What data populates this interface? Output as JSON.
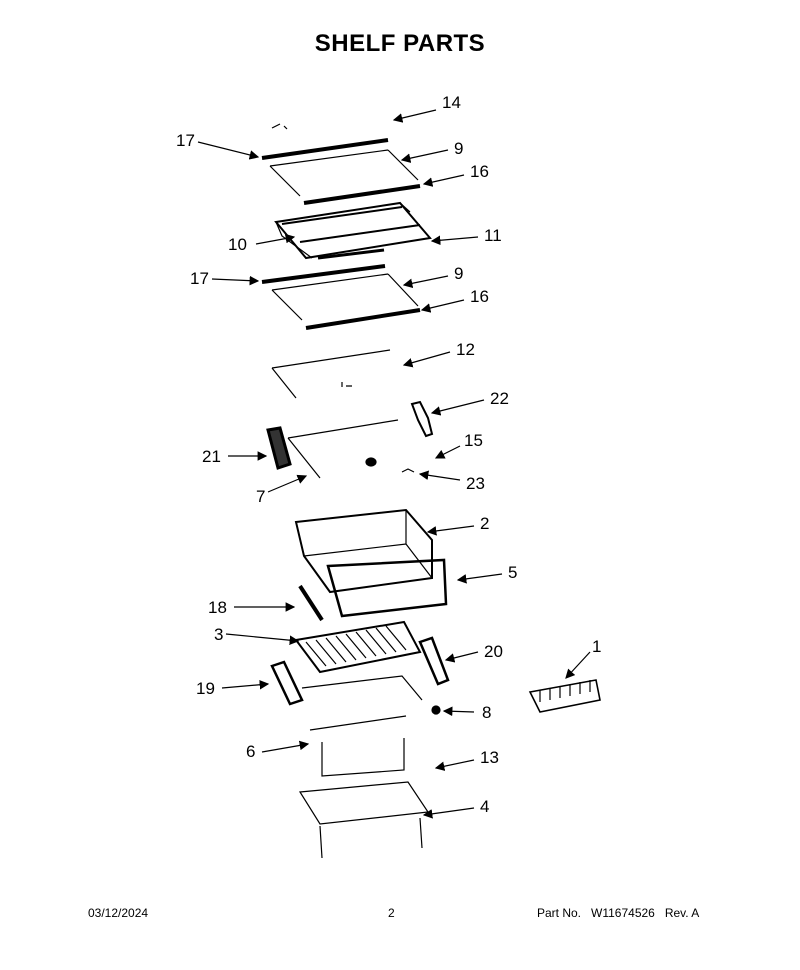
{
  "title": "SHELF PARTS",
  "callouts": {
    "c14": "14",
    "c17a": "17",
    "c9a": "9",
    "c16a": "16",
    "c10": "10",
    "c11": "11",
    "c17b": "17",
    "c9b": "9",
    "c16b": "16",
    "c12": "12",
    "c22": "22",
    "c21": "21",
    "c15": "15",
    "c7": "7",
    "c23": "23",
    "c2": "2",
    "c5": "5",
    "c18": "18",
    "c3": "3",
    "c20": "20",
    "c1": "1",
    "c19": "19",
    "c8": "8",
    "c6": "6",
    "c13": "13",
    "c4": "4"
  },
  "footer": {
    "date": "03/12/2024",
    "page": "2",
    "part_label": "Part No.",
    "part_number": "W11674526",
    "rev": "Rev.  A"
  }
}
